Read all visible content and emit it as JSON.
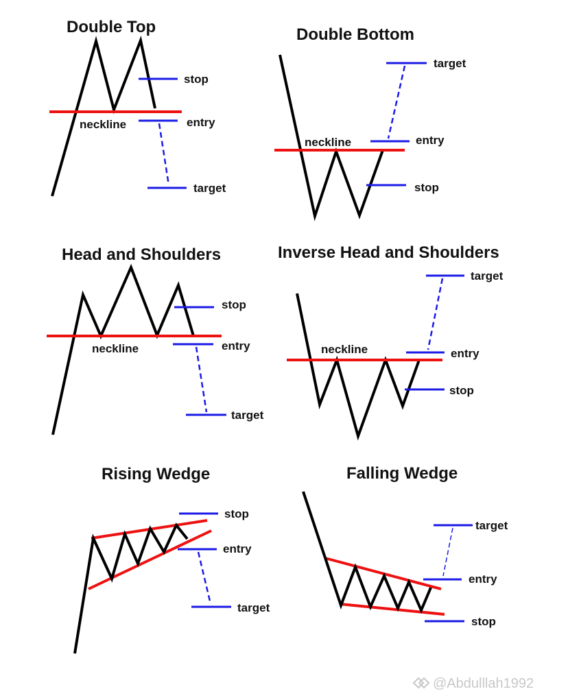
{
  "patterns": {
    "double_top": {
      "title": "Double Top",
      "neckline": "neckline",
      "stop": "stop",
      "entry": "entry",
      "target": "target"
    },
    "double_bottom": {
      "title": "Double Bottom",
      "neckline": "neckline",
      "stop": "stop",
      "entry": "entry",
      "target": "target"
    },
    "head_shoulders": {
      "title": "Head and Shoulders",
      "neckline": "neckline",
      "stop": "stop",
      "entry": "entry",
      "target": "target"
    },
    "inverse_head_shoulders": {
      "title": "Inverse Head and Shoulders",
      "neckline": "neckline",
      "stop": "stop",
      "entry": "entry",
      "target": "target"
    },
    "rising_wedge": {
      "title": "Rising Wedge",
      "stop": "stop",
      "entry": "entry",
      "target": "target"
    },
    "falling_wedge": {
      "title": "Falling Wedge",
      "stop": "stop",
      "entry": "entry",
      "target": "target"
    }
  },
  "watermark": "@Abdulllah1992",
  "colors": {
    "price_line": "#000000",
    "neckline": "#ee1111",
    "levels": "#1a1ae6",
    "watermark": "#c8c8c8"
  }
}
